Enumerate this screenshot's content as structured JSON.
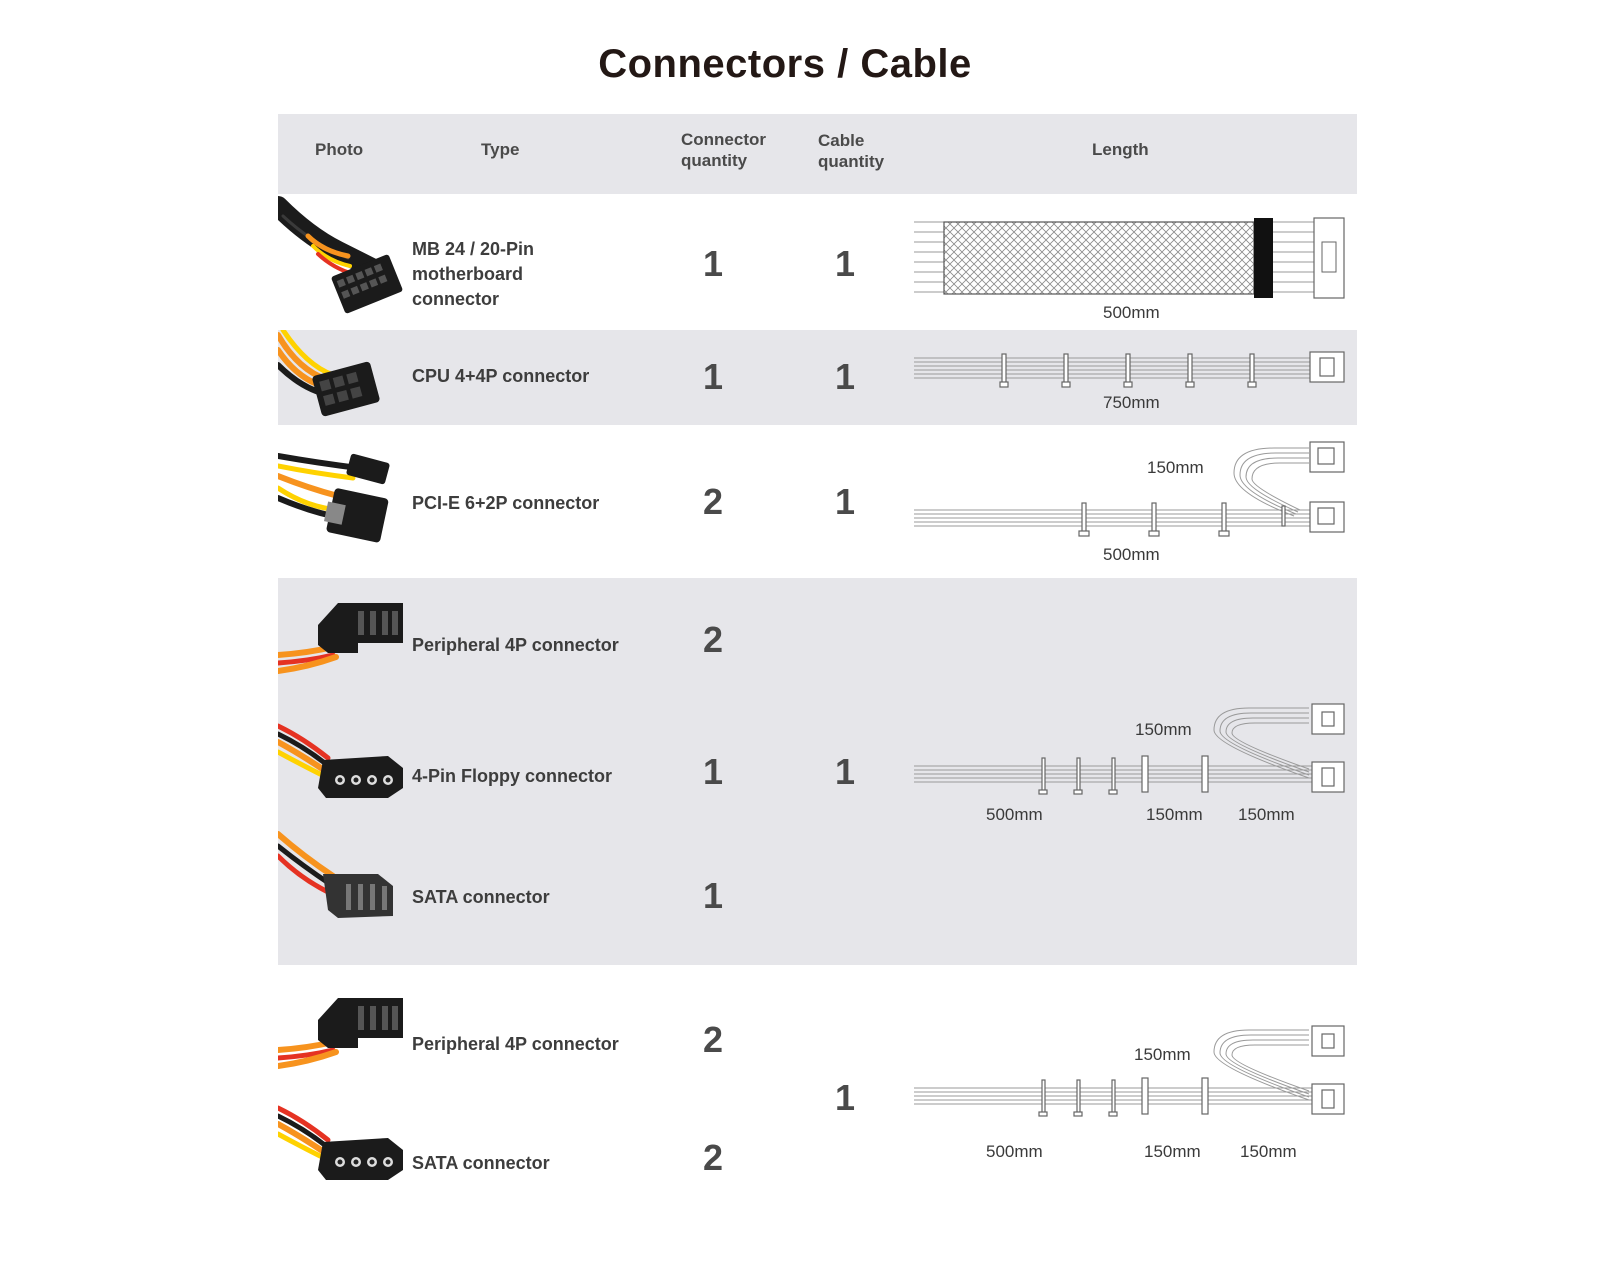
{
  "title": "Connectors / Cable",
  "header": {
    "photo": "Photo",
    "type": "Type",
    "connector_quantity": "Connector quantity",
    "cable_quantity": "Cable quantity",
    "length": "Length"
  },
  "rows": [
    {
      "type": "MB 24 / 20-Pin motherboard connector",
      "connector_quantity": "1",
      "cable_quantity": "1",
      "lengths": [
        "500mm"
      ]
    },
    {
      "type": "CPU 4+4P connector",
      "connector_quantity": "1",
      "cable_quantity": "1",
      "lengths": [
        "750mm"
      ]
    },
    {
      "type": "PCI-E 6+2P connector",
      "connector_quantity": "2",
      "cable_quantity": "1",
      "lengths": [
        "150mm",
        "500mm"
      ]
    },
    {
      "cable_quantity": "1",
      "lengths": [
        "150mm",
        "500mm",
        "150mm",
        "150mm"
      ],
      "connectors": [
        {
          "type": "Peripheral 4P connector",
          "quantity": "2"
        },
        {
          "type": "4-Pin Floppy connector",
          "quantity": "1"
        },
        {
          "type": "SATA connector",
          "quantity": "1"
        }
      ]
    },
    {
      "cable_quantity": "1",
      "lengths": [
        "150mm",
        "500mm",
        "150mm",
        "150mm"
      ],
      "connectors": [
        {
          "type": "Peripheral 4P connector",
          "quantity": "2"
        },
        {
          "type": "SATA connector",
          "quantity": "2"
        }
      ]
    }
  ],
  "colors": {
    "band": "#e6e6ea",
    "title": "#231815",
    "text": "#4a4a4a",
    "wire_orange": "#f7931e",
    "wire_red": "#e53222",
    "wire_yellow": "#ffd200",
    "connector_black": "#1b1b1b"
  }
}
